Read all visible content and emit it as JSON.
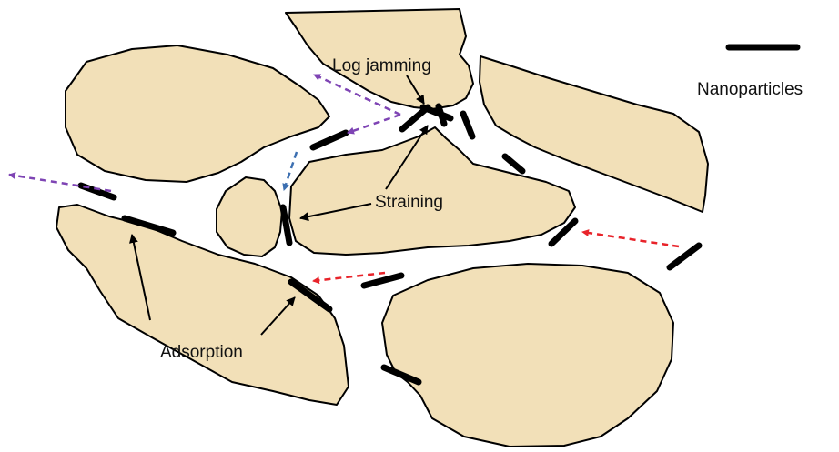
{
  "colors": {
    "grain_fill": "#F2E0B8",
    "grain_stroke": "#000000",
    "nanoparticle": "#000000",
    "arrow_black": "#000000",
    "flow_purple": "#7E44B4",
    "flow_red": "#E8232A",
    "flow_blue": "#3C6FB1"
  },
  "legend": {
    "label": "Nanoparticles",
    "icon": "nanoparticle-bar"
  },
  "mechanisms": {
    "log_jamming": "Log jamming",
    "straining": "Straining",
    "adsorption": "Adsorption"
  }
}
